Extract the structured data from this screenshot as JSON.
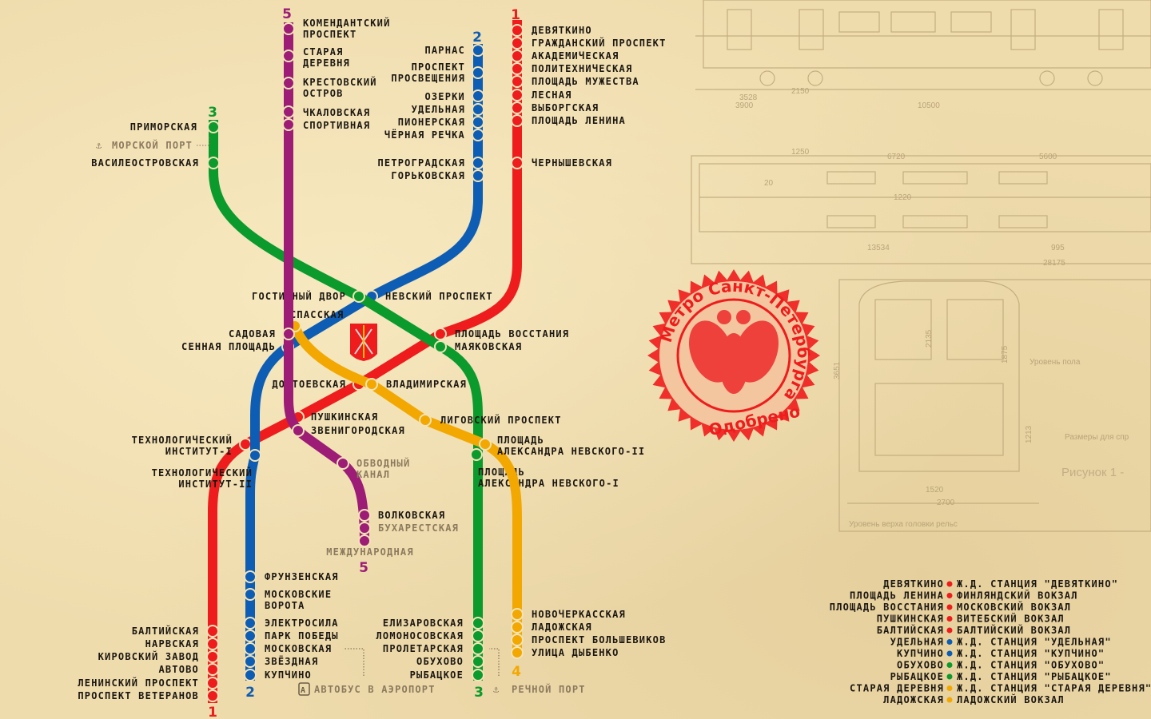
{
  "colors": {
    "line1": "#ee1c1c",
    "line2": "#0d5db4",
    "line3": "#0b9a2c",
    "line4": "#f2a800",
    "line5": "#9c1c76",
    "background": "#efdcad"
  },
  "lines": [
    {
      "number": "1",
      "color": "#ee1c1c",
      "stations": [
        {
          "name": [
            "ДЕВЯТКИНО"
          ]
        },
        {
          "name": [
            "ГРАЖДАНСКИЙ ПРОСПЕКТ"
          ]
        },
        {
          "name": [
            "АКАДЕМИЧЕСКАЯ"
          ]
        },
        {
          "name": [
            "ПОЛИТЕХНИЧЕСКАЯ"
          ]
        },
        {
          "name": [
            "ПЛОЩАДЬ МУЖЕСТВА"
          ]
        },
        {
          "name": [
            "ЛЕСНАЯ"
          ]
        },
        {
          "name": [
            "ВЫБОРГСКАЯ"
          ]
        },
        {
          "name": [
            "ПЛОЩАДЬ ЛЕНИНА"
          ]
        },
        {
          "name": [
            "ЧЕРНЫШЕВСКАЯ"
          ]
        },
        {
          "name": [
            "ПЛОЩАДЬ ВОССТАНИЯ"
          ]
        },
        {
          "name": [
            "ДОСТОЕВСКАЯ"
          ]
        },
        {
          "name": [
            "ПУШКИНСКАЯ"
          ]
        },
        {
          "name": [
            "ТЕХНОЛОГИЧЕСКИЙ",
            "ИНСТИТУТ-I"
          ]
        },
        {
          "name": [
            "БАЛТИЙСКАЯ"
          ]
        },
        {
          "name": [
            "НАРВСКАЯ"
          ]
        },
        {
          "name": [
            "КИРОВСКИЙ ЗАВОД"
          ]
        },
        {
          "name": [
            "АВТОВО"
          ]
        },
        {
          "name": [
            "ЛЕНИНСКИЙ ПРОСПЕКТ"
          ]
        },
        {
          "name": [
            "ПРОСПЕКТ ВЕТЕРАНОВ"
          ]
        }
      ]
    },
    {
      "number": "2",
      "color": "#0d5db4",
      "stations": [
        {
          "name": [
            "ПАРНАС"
          ]
        },
        {
          "name": [
            "ПРОСПЕКТ",
            "ПРОСВЕЩЕНИЯ"
          ]
        },
        {
          "name": [
            "ОЗЕРКИ"
          ]
        },
        {
          "name": [
            "УДЕЛЬНАЯ"
          ]
        },
        {
          "name": [
            "ПИОНЕРСКАЯ"
          ]
        },
        {
          "name": [
            "ЧЁРНАЯ РЕЧКА"
          ]
        },
        {
          "name": [
            "ПЕТРОГРАДСКАЯ"
          ]
        },
        {
          "name": [
            "ГОРЬКОВСКАЯ"
          ]
        },
        {
          "name": [
            "НЕВСКИЙ ПРОСПЕКТ"
          ]
        },
        {
          "name": [
            "СЕННАЯ ПЛОЩАДЬ"
          ]
        },
        {
          "name": [
            "ТЕХНОЛОГИЧЕСКИЙ",
            "ИНСТИТУТ-II"
          ]
        },
        {
          "name": [
            "ФРУНЗЕНСКАЯ"
          ]
        },
        {
          "name": [
            "МОСКОВСКИЕ",
            "ВОРОТА"
          ]
        },
        {
          "name": [
            "ЭЛЕКТРОСИЛА"
          ]
        },
        {
          "name": [
            "ПАРК ПОБЕДЫ"
          ]
        },
        {
          "name": [
            "МОСКОВСКАЯ"
          ]
        },
        {
          "name": [
            "ЗВЁЗДНАЯ"
          ]
        },
        {
          "name": [
            "КУПЧИНО"
          ]
        }
      ]
    },
    {
      "number": "3",
      "color": "#0b9a2c",
      "stations": [
        {
          "name": [
            "ПРИМОРСКАЯ"
          ]
        },
        {
          "name": [
            "ВАСИЛЕОСТРОВСКАЯ"
          ]
        },
        {
          "name": [
            "ГОСТИННЫЙ ДВОР"
          ]
        },
        {
          "name": [
            "МАЯКОВСКАЯ"
          ]
        },
        {
          "name": [
            "ПЛОЩАДЬ",
            "АЛЕКСАНДРА НЕВСКОГО-I"
          ]
        },
        {
          "name": [
            "ЕЛИЗАРОВСКАЯ"
          ]
        },
        {
          "name": [
            "ЛОМОНОСОВСКАЯ"
          ]
        },
        {
          "name": [
            "ПРОЛЕТАРСКАЯ"
          ]
        },
        {
          "name": [
            "ОБУХОВО"
          ]
        },
        {
          "name": [
            "РЫБАЦКОЕ"
          ]
        }
      ]
    },
    {
      "number": "4",
      "color": "#f2a800",
      "stations": [
        {
          "name": [
            "СПАССКАЯ"
          ]
        },
        {
          "name": [
            "ВЛАДИМИРСКАЯ"
          ]
        },
        {
          "name": [
            "ЛИГОВСКИЙ ПРОСПЕКТ"
          ]
        },
        {
          "name": [
            "ПЛОЩАДЬ",
            "АЛЕКСАНДРА НЕВСКОГО-II"
          ]
        },
        {
          "name": [
            "НОВОЧЕРКАССКАЯ"
          ]
        },
        {
          "name": [
            "ЛАДОЖСКАЯ"
          ]
        },
        {
          "name": [
            "ПРОСПЕКТ БОЛЬШЕВИКОВ"
          ]
        },
        {
          "name": [
            "УЛИЦА ДЫБЕНКО"
          ]
        }
      ]
    },
    {
      "number": "5",
      "color": "#9c1c76",
      "stations": [
        {
          "name": [
            "КОМЕНДАНТСКИЙ",
            "ПРОСПЕКТ"
          ]
        },
        {
          "name": [
            "СТАРАЯ",
            "ДЕРЕВНЯ"
          ]
        },
        {
          "name": [
            "КРЕСТОВСКИЙ",
            "ОСТРОВ"
          ]
        },
        {
          "name": [
            "ЧКАЛОВСКАЯ"
          ]
        },
        {
          "name": [
            "СПОРТИВНАЯ"
          ]
        },
        {
          "name": [
            "САДОВАЯ"
          ]
        },
        {
          "name": [
            "ЗВЕНИГОРОДСКАЯ"
          ]
        },
        {
          "name": [
            "ОБВОДНЫЙ",
            "КАНАЛ"
          ],
          "planned": true
        },
        {
          "name": [
            "ВОЛКОВСКАЯ"
          ]
        },
        {
          "name": [
            "БУХАРЕСТСКАЯ"
          ],
          "planned": true
        },
        {
          "name": [
            "МЕЖДУНАРОДНАЯ"
          ],
          "planned": true
        }
      ]
    }
  ],
  "extras": {
    "sea_port": "МОРСКОЙ ПОРТ",
    "river_port": "РЕЧНОЙ ПОРТ",
    "airport_bus": "АВТОБУС В АЭРОПОРТ",
    "airport_bus_badge": "A"
  },
  "legend": [
    {
      "station": "ДЕВЯТКИНО",
      "line": "1",
      "connection": "Ж.Д. СТАНЦИЯ \"ДЕВЯТКИНО\""
    },
    {
      "station": "ПЛОЩАДЬ ЛЕНИНА",
      "line": "1",
      "connection": "ФИНЛЯНДСКИЙ ВОКЗАЛ"
    },
    {
      "station": "ПЛОЩАДЬ ВОССТАНИЯ",
      "line": "1",
      "connection": "МОСКОВСКИЙ ВОКЗАЛ"
    },
    {
      "station": "ПУШКИНСКАЯ",
      "line": "1",
      "connection": "ВИТЕБСКИЙ ВОКЗАЛ"
    },
    {
      "station": "БАЛТИЙСКАЯ",
      "line": "1",
      "connection": "БАЛТИЙСКИЙ ВОКЗАЛ"
    },
    {
      "station": "УДЕЛЬНАЯ",
      "line": "2",
      "connection": "Ж.Д. СТАНЦИЯ \"УДЕЛЬНАЯ\""
    },
    {
      "station": "КУПЧИНО",
      "line": "2",
      "connection": "Ж.Д. СТАНЦИЯ \"КУПЧИНО\""
    },
    {
      "station": "ОБУХОВО",
      "line": "3",
      "connection": "Ж.Д. СТАНЦИЯ \"ОБУХОВО\""
    },
    {
      "station": "РЫБАЦКОЕ",
      "line": "3",
      "connection": "Ж.Д. СТАНЦИЯ \"РЫБАЦКОЕ\""
    },
    {
      "station": "СТАРАЯ ДЕРЕВНЯ",
      "line": "4",
      "connection": "Ж.Д. СТАНЦИЯ \"СТАРАЯ ДЕРЕВНЯ\""
    },
    {
      "station": "ЛАДОЖСКАЯ",
      "line": "4",
      "connection": "ЛАДОЖСКИЙ ВОКЗАЛ"
    }
  ],
  "stamp": {
    "text": "Метро Санкт-Петербурга",
    "approved": "Одобрено"
  },
  "blueprint": {
    "dims_top": [
      "3528",
      "3900",
      "2150",
      "10500"
    ],
    "dims_mid": [
      "1250",
      "6720",
      "5600",
      "20",
      "1220",
      "13534",
      "995",
      "28175"
    ],
    "dims_front": [
      "2135",
      "1875",
      "3651",
      "1213",
      "1520",
      "2700"
    ],
    "floor_level": "Уровень пола",
    "sizes_note": "Размеры для спр",
    "figure": "Рисунок 1 -",
    "rail_level": "Уровень верха головки рельс"
  }
}
